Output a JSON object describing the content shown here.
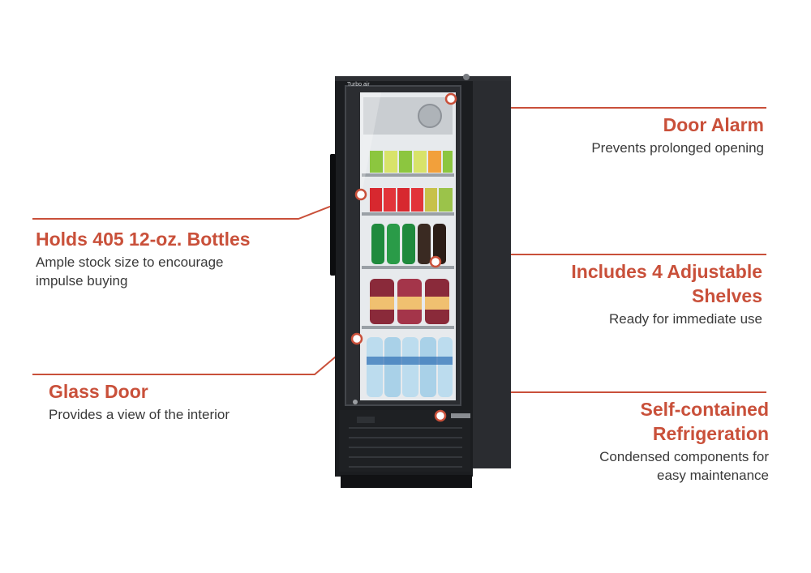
{
  "brand": {
    "accent": "#c9503a",
    "text": "#3a3a3a",
    "cabinet": "#1b1d20"
  },
  "product": {
    "logo_text": "Turbo air"
  },
  "callouts": [
    {
      "id": "door-alarm",
      "title_lines": [
        "Door Alarm"
      ],
      "desc_lines": [
        "Prevents prolonged opening"
      ]
    },
    {
      "id": "capacity",
      "title_lines": [
        "Holds 405 12-oz. Bottles"
      ],
      "desc_lines": [
        "Ample stock size to encourage",
        "impulse buying"
      ]
    },
    {
      "id": "shelves",
      "title_lines": [
        "Includes 4 Adjustable",
        "Shelves"
      ],
      "desc_lines": [
        "Ready for immediate use"
      ]
    },
    {
      "id": "glass-door",
      "title_lines": [
        "Glass Door"
      ],
      "desc_lines": [
        "Provides a view of the interior"
      ]
    },
    {
      "id": "refrigeration",
      "title_lines": [
        "Self-contained",
        "Refrigeration"
      ],
      "desc_lines": [
        "Condensed components for",
        "easy maintenance"
      ]
    }
  ]
}
